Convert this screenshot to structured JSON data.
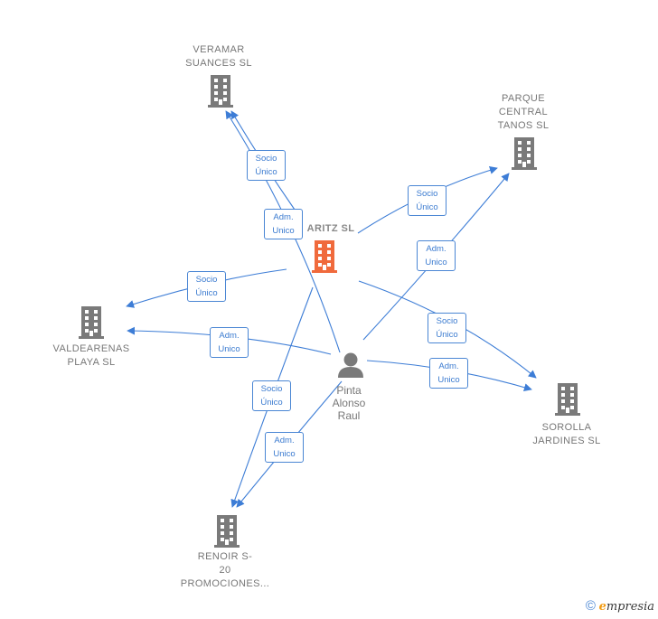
{
  "colors": {
    "edge": "#3d7dd6",
    "company": "#7a7a7a",
    "center_company": "#f06a3c",
    "person": "#7a7a7a",
    "label_text": "#777777",
    "relation_text": "#3b7bd0"
  },
  "nodes": {
    "veramar": {
      "label": "VERAMAR\nSUANCES  SL",
      "icon": "building-icon"
    },
    "parque": {
      "label": "PARQUE\nCENTRAL\nTANOS  SL",
      "icon": "building-icon"
    },
    "aritz": {
      "label": "ARITZ  SL",
      "icon": "building-icon"
    },
    "valdearenas": {
      "label": "VALDEARENAS\nPLAYA  SL",
      "icon": "building-icon"
    },
    "person": {
      "label": "Pinta\nAlonso\nRaul",
      "icon": "person-icon"
    },
    "sorolla": {
      "label": "SOROLLA\nJARDINES  SL",
      "icon": "building-icon"
    },
    "renoir": {
      "label": "RENOIR S-\n20\nPROMOCIONES...",
      "icon": "building-icon"
    }
  },
  "relations": {
    "aritz_veramar": "Socio\nÚnico",
    "person_veramar": "Adm.\nUnico",
    "aritz_parque": "Socio\nÚnico",
    "person_parque": "Adm.\nUnico",
    "aritz_valdearenas": "Socio\nÚnico",
    "person_valdearenas": "Adm.\nUnico",
    "aritz_sorolla": "Socio\nÚnico",
    "person_sorolla": "Adm.\nUnico",
    "aritz_renoir": "Socio\nÚnico",
    "person_renoir": "Adm.\nUnico"
  },
  "footer": {
    "copyright": "©",
    "brand_first": "e",
    "brand_rest": "mpresia"
  }
}
